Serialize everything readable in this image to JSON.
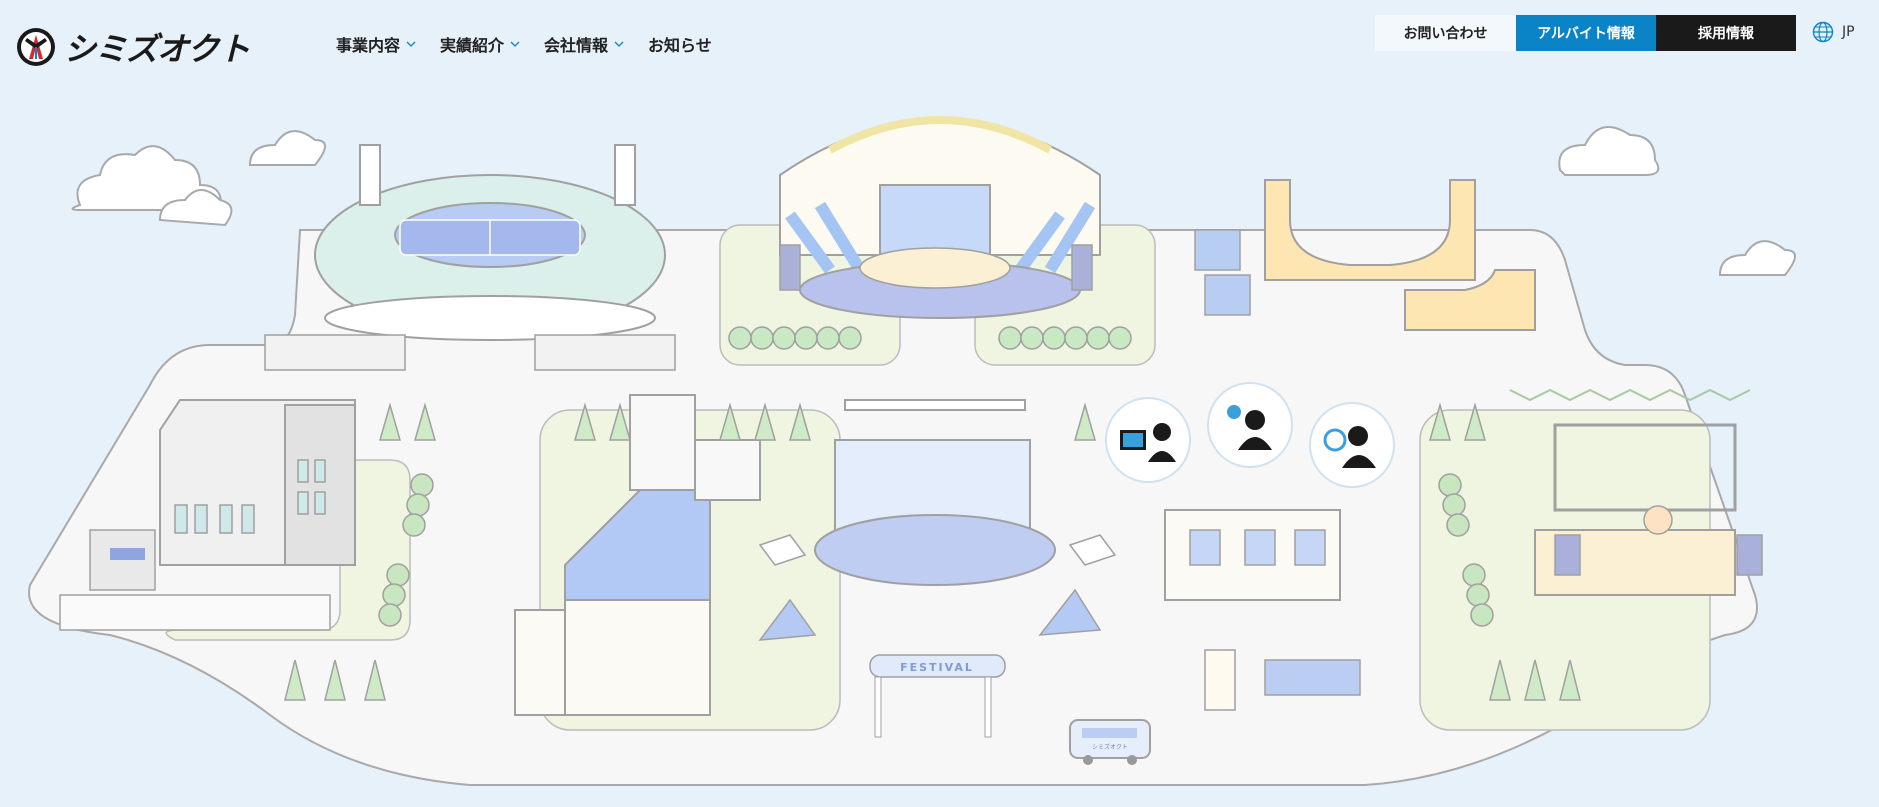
{
  "header": {
    "logo_text": "シミズオクト",
    "nav": [
      {
        "label": "事業内容",
        "has_dropdown": true
      },
      {
        "label": "実績紹介",
        "has_dropdown": true
      },
      {
        "label": "会社情報",
        "has_dropdown": true
      },
      {
        "label": "お知らせ",
        "has_dropdown": false
      }
    ],
    "buttons": {
      "contact": "お問い合わせ",
      "part_time": "アルバイト情報",
      "recruit": "採用情報"
    },
    "language": "JP"
  },
  "scene": {
    "festival_sign": "FESTIVAL",
    "bus_label": "シミズオクト"
  },
  "colors": {
    "background": "#e6f1fa",
    "accent_blue": "#0a84c6",
    "dark": "#1a1a1a",
    "logo_red": "#d7282f"
  },
  "icons": [
    "logo-mark-icon",
    "chevron-down-icon",
    "globe-icon",
    "staff-monitor-icon",
    "idea-man-icon",
    "global-man-icon"
  ]
}
